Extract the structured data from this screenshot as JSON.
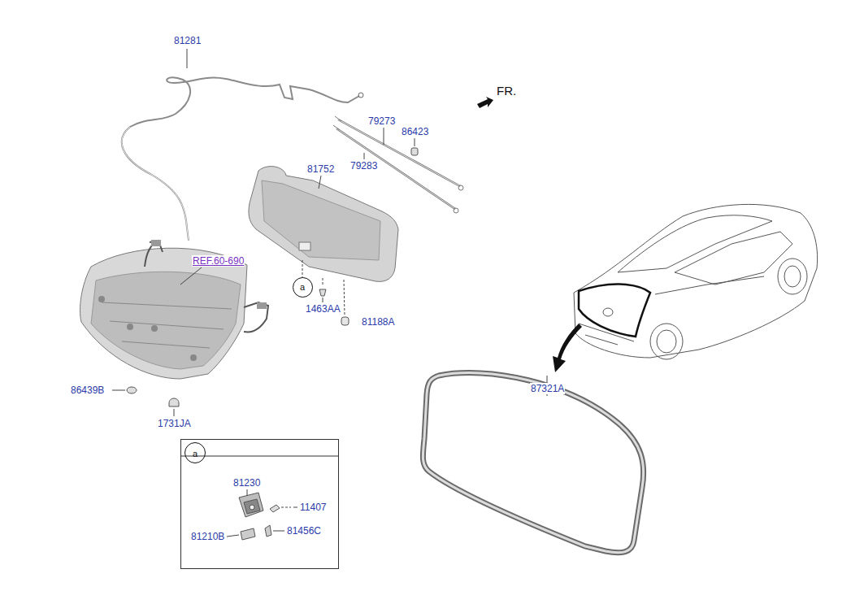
{
  "diagram": {
    "nodes": [
      {
        "text": [
          "a"
        ]
      },
      {
        "text": [
          "a"
        ]
      }
    ],
    "labels": [
      "81281",
      "FR.",
      "79273",
      "86423",
      "79283",
      "81752",
      "REF.60-690",
      "1463AA",
      "81188A",
      "86439B",
      "1731JA",
      "87321A",
      "81230",
      "11407",
      "81210B",
      "81456C"
    ]
  }
}
